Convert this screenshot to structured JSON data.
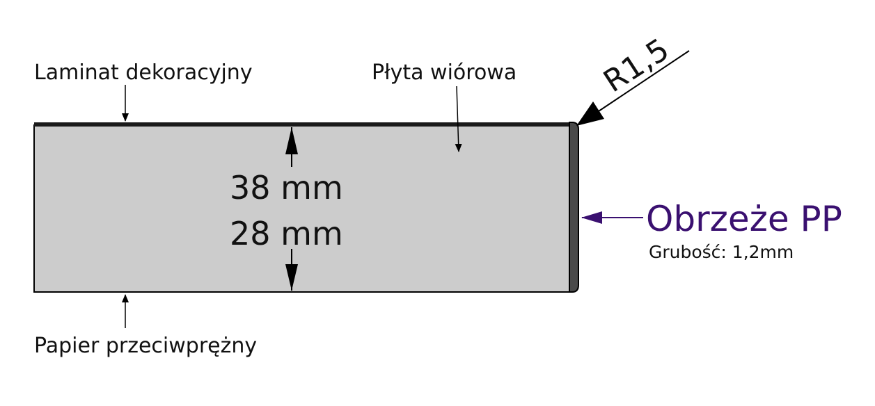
{
  "labels": {
    "laminate": "Laminat dekoracyjny",
    "board": "Płyta wiórowa",
    "radius": "R1,5",
    "thickness_a": "38 mm",
    "thickness_b": "28 mm",
    "edge_band": "Obrzeże PP",
    "edge_thickness": "Grubość: 1,2mm",
    "backing_paper": "Papier przeciwprężny"
  },
  "colors": {
    "board_fill": "#cccccc",
    "laminate_layer": "#1a1a1a",
    "edge_band_fill": "#4a4a4a",
    "edge_label": "#3a1070",
    "outline": "#000000"
  }
}
